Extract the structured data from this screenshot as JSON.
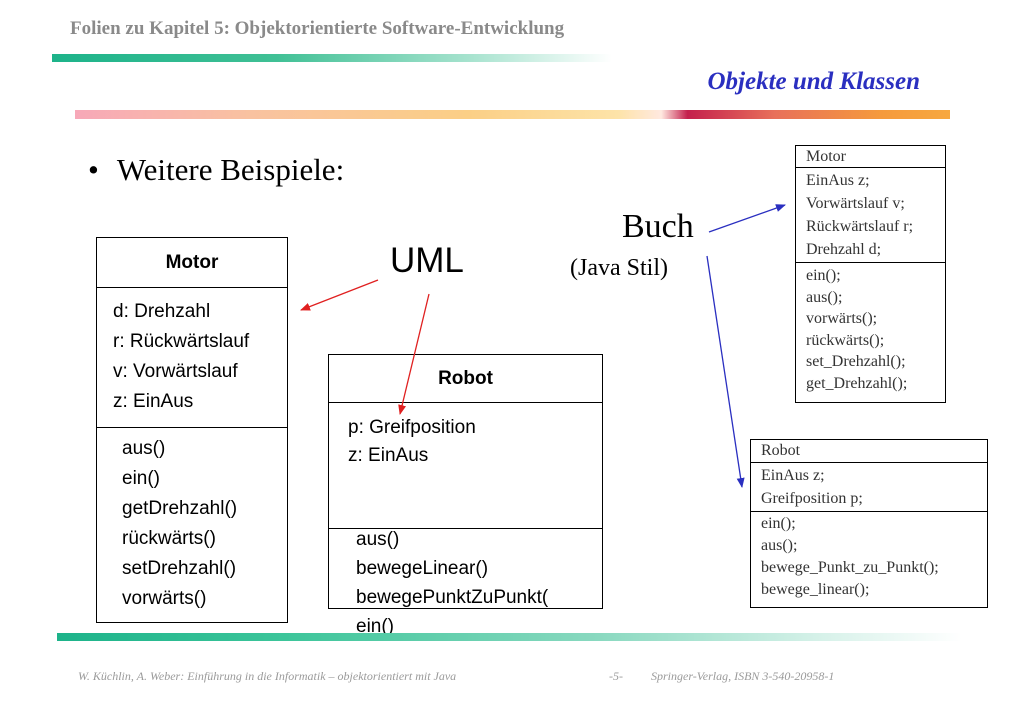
{
  "header": {
    "chapter_title": "Folien zu Kapitel 5: Objektorientierte Software-Entwicklung",
    "slide_title": "Objekte und Klassen"
  },
  "bullet": {
    "symbol": "•",
    "text": "Weitere Beispiele:"
  },
  "labels": {
    "uml": "UML",
    "buch": "Buch",
    "java_stil": "(Java Stil)"
  },
  "uml_motor": {
    "name": "Motor",
    "attributes": [
      "d: Drehzahl",
      "r: Rückwärtslauf",
      "v: Vorwärtslauf",
      "z: EinAus"
    ],
    "operations": [
      "aus()",
      "ein()",
      "getDrehzahl()",
      "rückwärts()",
      "setDrehzahl()",
      "vorwärts()"
    ]
  },
  "uml_robot": {
    "name": "Robot",
    "attributes": [
      "p: Greifposition",
      "z: EinAus"
    ],
    "operations": [
      "aus()",
      "bewegeLinear()",
      "bewegePunktZuPunkt(",
      "ein()"
    ]
  },
  "java_motor": {
    "name": "Motor",
    "attributes": [
      "EinAus z;",
      "Vorwärtslauf v;",
      "Rückwärtslauf r;",
      "Drehzahl d;"
    ],
    "operations": [
      "ein();",
      "aus();",
      "vorwärts();",
      "rückwärts();",
      "set_Drehzahl();",
      "get_Drehzahl();"
    ]
  },
  "java_robot": {
    "name": "Robot",
    "attributes": [
      "EinAus z;",
      "Greifposition p;"
    ],
    "operations": [
      "ein();",
      "aus();",
      "bewege_Punkt_zu_Punkt();",
      "bewege_linear();"
    ]
  },
  "footer": {
    "left": "W. Küchlin, A. Weber: Einführung in die Informatik – objektorientiert mit Java",
    "page": "-5-",
    "right": "Springer-Verlag, ISBN 3-540-20958-1"
  },
  "colors": {
    "uml_arrow": "#e02020",
    "buch_arrow": "#2a2fc0",
    "title_blue": "#2a2fc0",
    "header_grey": "#8a8a8a"
  }
}
